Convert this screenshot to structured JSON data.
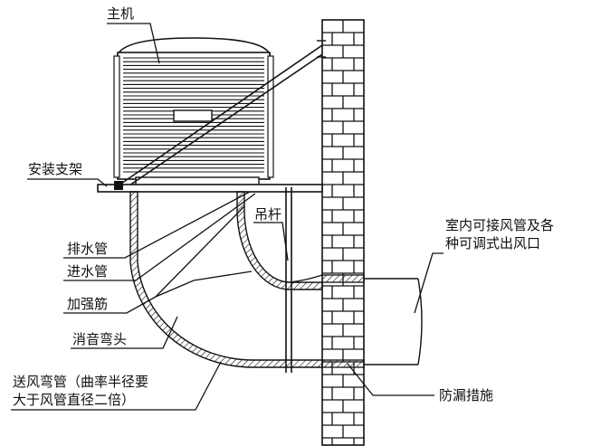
{
  "labels": {
    "host": "主机",
    "bracket": "安装支架",
    "drain_pipe": "排水管",
    "inlet_pipe": "进水管",
    "rib": "加强筋",
    "silencer_elbow": "消音弯头",
    "air_elbow_line1": "送风弯管（曲率半径要",
    "air_elbow_line2": "大于风管直径二倍）",
    "hanger_rod": "吊杆",
    "indoor_line1": "室内可接风管及各",
    "indoor_line2": "种可调式出风口",
    "leak_proof": "防漏措施"
  },
  "colors": {
    "line": "#111111",
    "background": "#ffffff",
    "hatch": "#111111"
  }
}
